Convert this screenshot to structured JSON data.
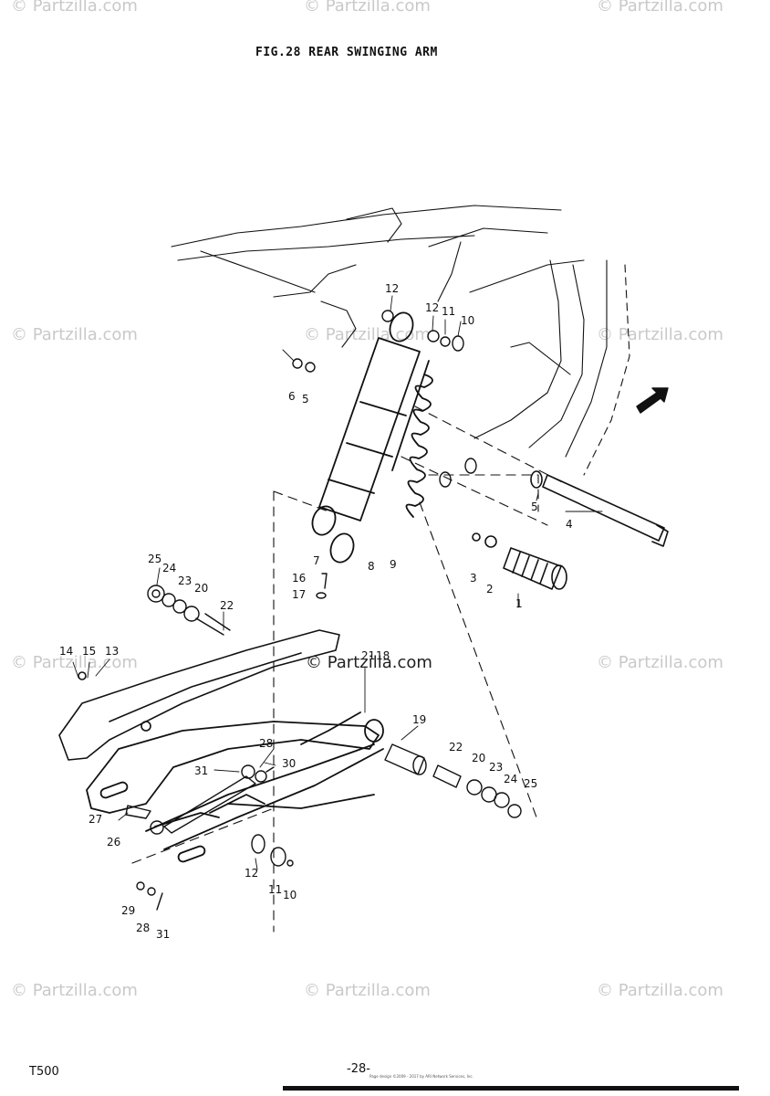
{
  "watermark": "© Partzilla.com",
  "title": "FIG.28  REAR SWINGING ARM",
  "footer": {
    "model": "T500",
    "page": "-28-",
    "credit": "Page design ©2009 - 2017 by ARI Network Services, Inc."
  },
  "callouts": [
    {
      "id": "c-12a",
      "text": "12"
    },
    {
      "id": "c-12b",
      "text": "12"
    },
    {
      "id": "c-11a",
      "text": "11"
    },
    {
      "id": "c-10a",
      "text": "10"
    },
    {
      "id": "c-6",
      "text": "6"
    },
    {
      "id": "c-5a",
      "text": "5"
    },
    {
      "id": "c-5b",
      "text": "5"
    },
    {
      "id": "c-4",
      "text": "4"
    },
    {
      "id": "c-3",
      "text": "3"
    },
    {
      "id": "c-2",
      "text": "2"
    },
    {
      "id": "c-1",
      "text": "1"
    },
    {
      "id": "c-7",
      "text": "7"
    },
    {
      "id": "c-8",
      "text": "8"
    },
    {
      "id": "c-9",
      "text": "9"
    },
    {
      "id": "c-16",
      "text": "16"
    },
    {
      "id": "c-17",
      "text": "17"
    },
    {
      "id": "c-25a",
      "text": "25"
    },
    {
      "id": "c-24a",
      "text": "24"
    },
    {
      "id": "c-23a",
      "text": "23"
    },
    {
      "id": "c-20a",
      "text": "20"
    },
    {
      "id": "c-22a",
      "text": "22"
    },
    {
      "id": "c-14",
      "text": "14"
    },
    {
      "id": "c-15",
      "text": "15"
    },
    {
      "id": "c-13",
      "text": "13"
    },
    {
      "id": "c-21",
      "text": "21"
    },
    {
      "id": "c-18",
      "text": "18"
    },
    {
      "id": "c-19",
      "text": "19"
    },
    {
      "id": "c-22b",
      "text": "22"
    },
    {
      "id": "c-20b",
      "text": "20"
    },
    {
      "id": "c-23b",
      "text": "23"
    },
    {
      "id": "c-24b",
      "text": "24"
    },
    {
      "id": "c-25b",
      "text": "25"
    },
    {
      "id": "c-28a",
      "text": "28"
    },
    {
      "id": "c-30",
      "text": "30"
    },
    {
      "id": "c-31a",
      "text": "31"
    },
    {
      "id": "c-27",
      "text": "27"
    },
    {
      "id": "c-26",
      "text": "26"
    },
    {
      "id": "c-12c",
      "text": "12"
    },
    {
      "id": "c-11b",
      "text": "11"
    },
    {
      "id": "c-10b",
      "text": "10"
    },
    {
      "id": "c-29",
      "text": "29"
    },
    {
      "id": "c-28b",
      "text": "28"
    },
    {
      "id": "c-31b",
      "text": "31"
    }
  ]
}
